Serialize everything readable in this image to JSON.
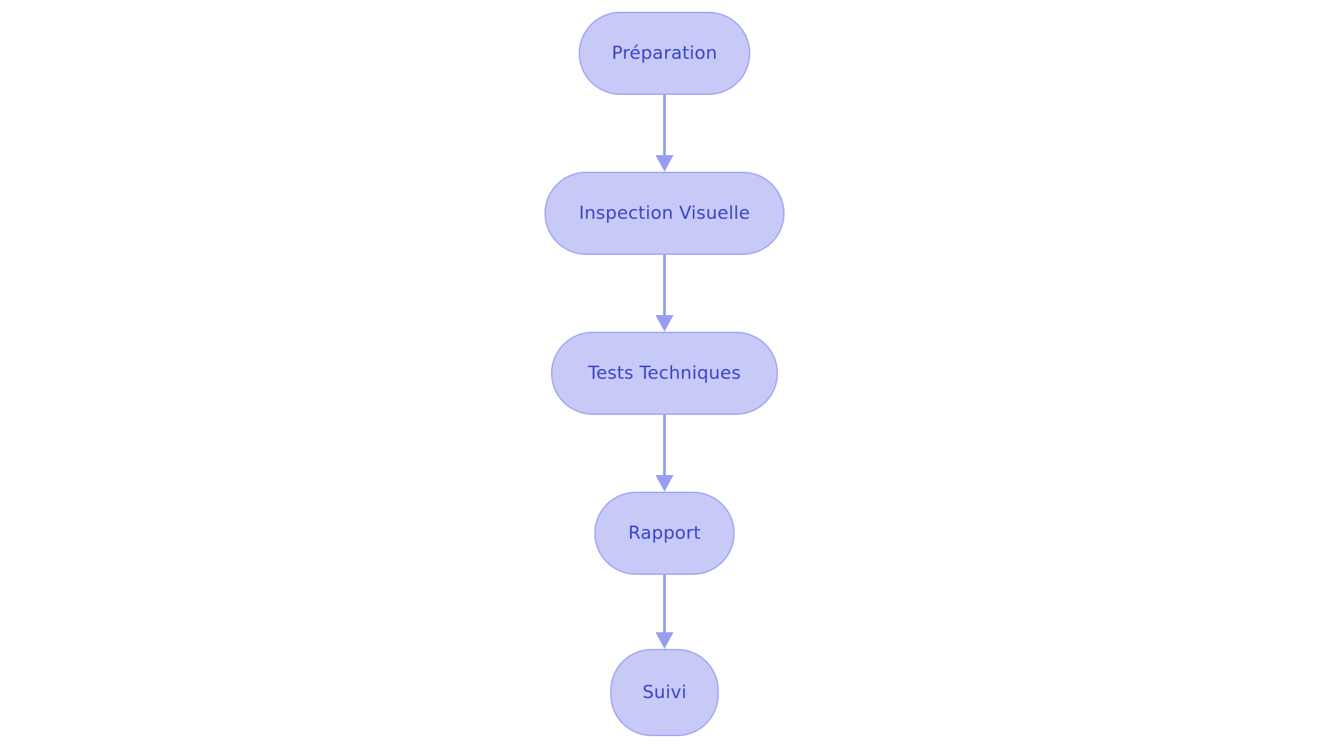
{
  "flowchart": {
    "type": "flowchart",
    "direction": "top-down",
    "colors": {
      "background": "#ffffff",
      "node_fill": "#c7c9f7",
      "node_border": "#a2a7f1",
      "node_text": "#3b46c7",
      "arrow": "#979ef0"
    },
    "nodes": [
      {
        "id": "preparation",
        "label": "Préparation",
        "shape": "stadium"
      },
      {
        "id": "inspection-visuelle",
        "label": "Inspection Visuelle",
        "shape": "stadium"
      },
      {
        "id": "tests-techniques",
        "label": "Tests Techniques",
        "shape": "stadium"
      },
      {
        "id": "rapport",
        "label": "Rapport",
        "shape": "stadium"
      },
      {
        "id": "suivi",
        "label": "Suivi",
        "shape": "stadium"
      }
    ],
    "edges": [
      {
        "from": "preparation",
        "to": "inspection-visuelle",
        "style": "arrow"
      },
      {
        "from": "inspection-visuelle",
        "to": "tests-techniques",
        "style": "arrow"
      },
      {
        "from": "tests-techniques",
        "to": "rapport",
        "style": "arrow"
      },
      {
        "from": "rapport",
        "to": "suivi",
        "style": "arrow"
      }
    ]
  }
}
